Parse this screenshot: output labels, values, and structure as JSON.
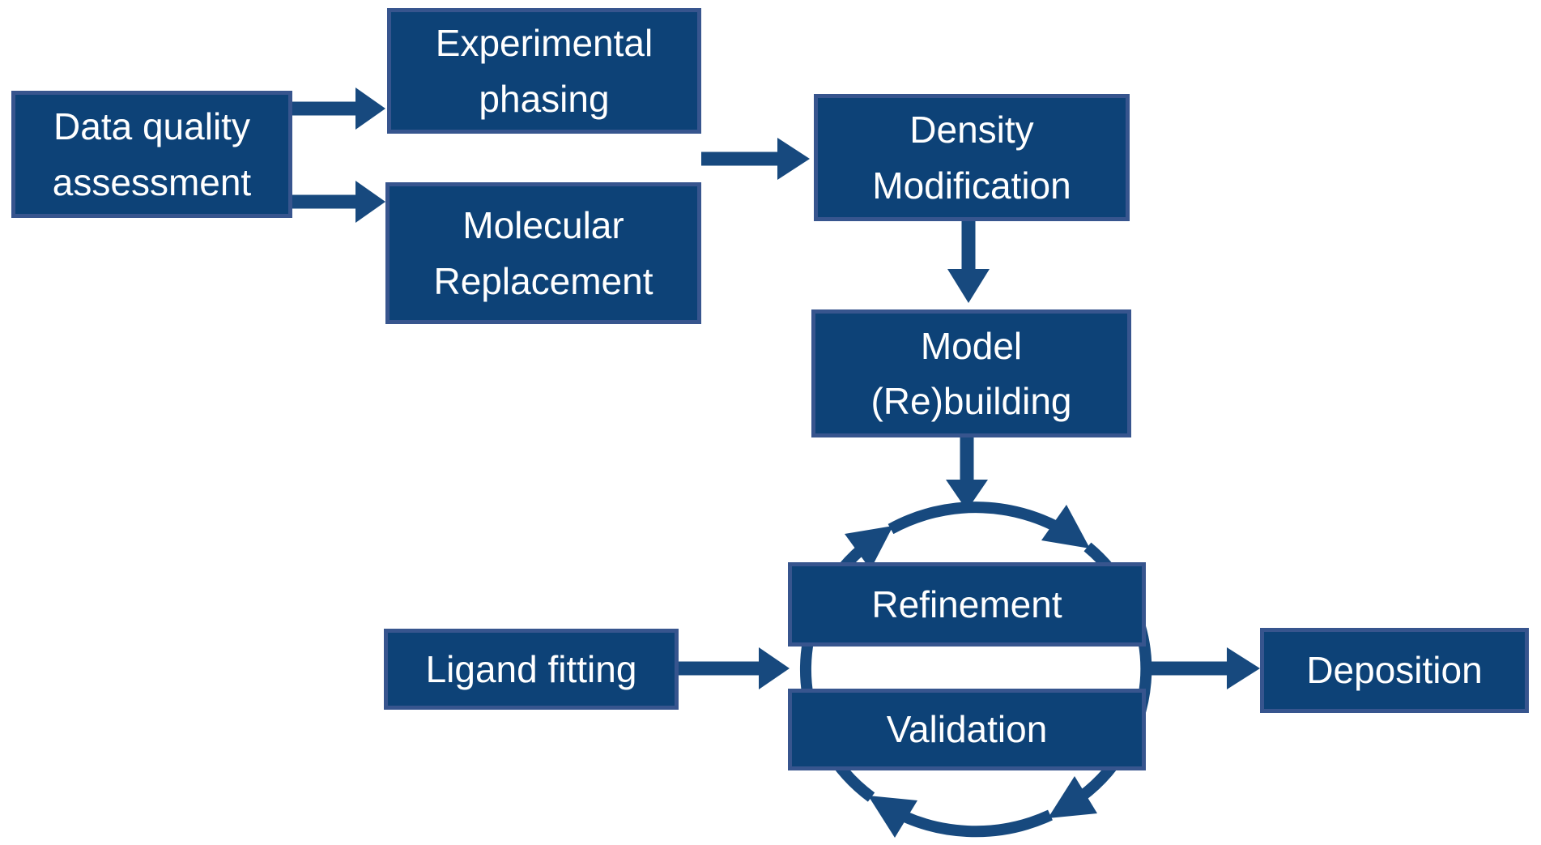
{
  "colors": {
    "background": "#ffffff",
    "box_fill": "#0d4277",
    "box_border": "#37558e",
    "arrow": "#17497e",
    "label_text": "#ffffff"
  },
  "nodes": {
    "data_quality": {
      "label": "Data quality\nassessment"
    },
    "experimental_phasing": {
      "label": "Experimental\nphasing"
    },
    "molecular_replacement": {
      "label": "Molecular\nReplacement"
    },
    "density_modification": {
      "label": "Density\nModification"
    },
    "model_rebuilding": {
      "label": "Model\n(Re)building"
    },
    "refinement": {
      "label": "Refinement"
    },
    "validation": {
      "label": "Validation"
    },
    "ligand_fitting": {
      "label": "Ligand fitting"
    },
    "deposition": {
      "label": "Deposition"
    }
  },
  "edges": [
    {
      "from": "Data quality assessment",
      "to": "Experimental phasing"
    },
    {
      "from": "Data quality assessment",
      "to": "Molecular Replacement"
    },
    {
      "from": "Experimental phasing / Molecular Replacement",
      "to": "Density Modification"
    },
    {
      "from": "Density Modification",
      "to": "Model (Re)building"
    },
    {
      "from": "Model (Re)building",
      "to": "Refinement-Validation cycle"
    },
    {
      "from": "Ligand fitting",
      "to": "Refinement-Validation cycle"
    },
    {
      "from": "Refinement-Validation cycle",
      "to": "Deposition"
    }
  ],
  "cycle": {
    "between": [
      "Refinement",
      "Validation"
    ],
    "direction": "clockwise"
  }
}
